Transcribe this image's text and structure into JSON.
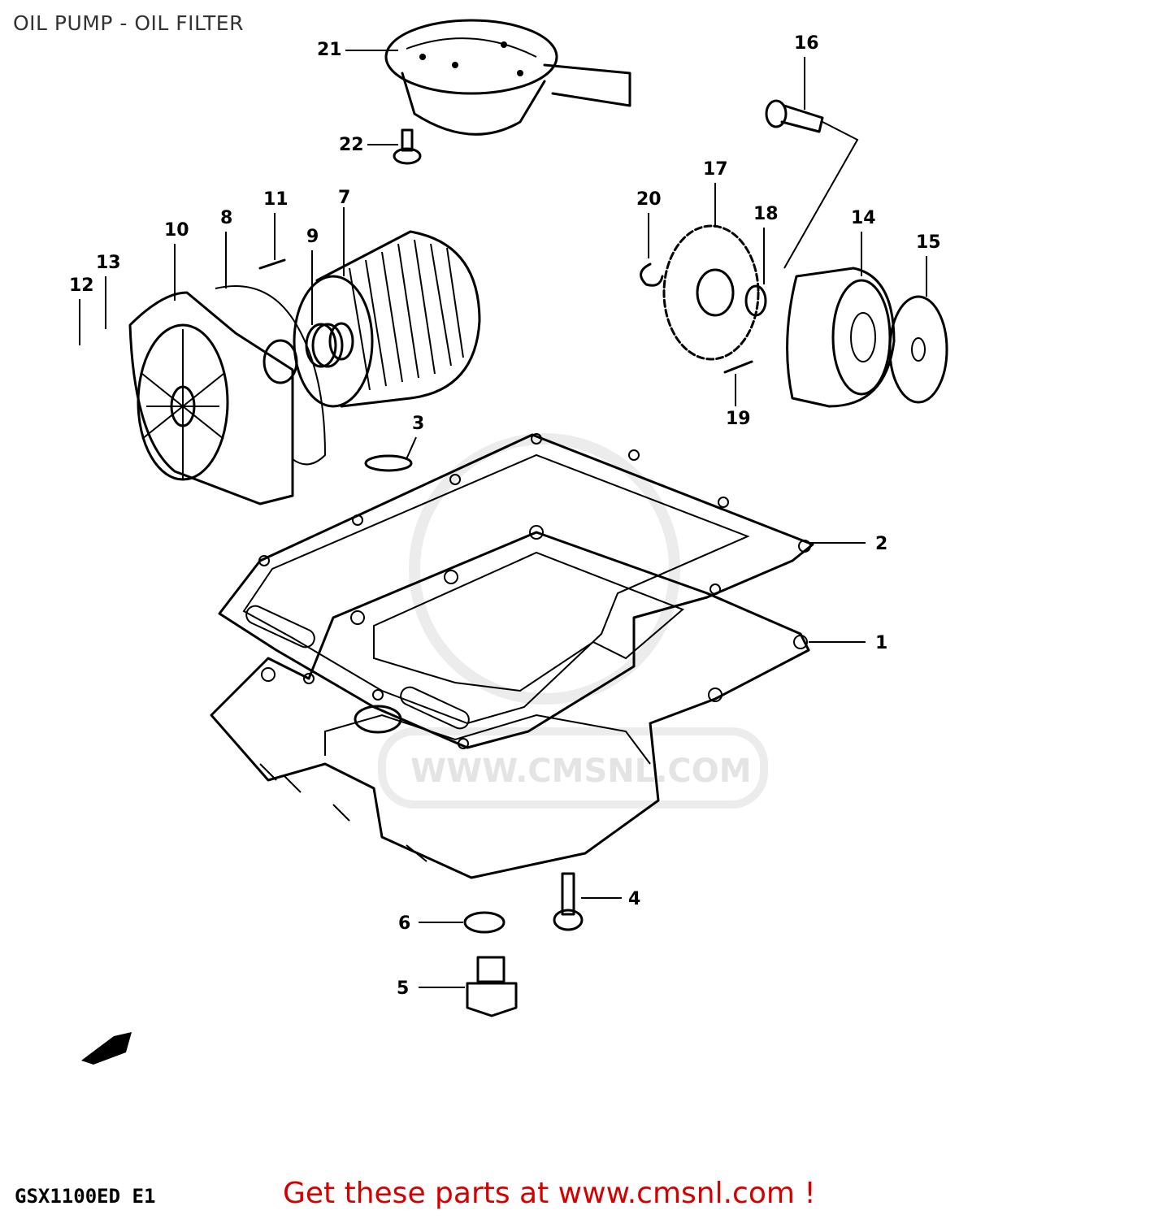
{
  "title": "OIL PUMP - OIL FILTER",
  "model_code": "GSX1100ED E1",
  "promo_text": "Get these parts at www.cmsnl.com !",
  "watermark": "WWW.CMSNL.COM",
  "colors": {
    "promo": "#d40000",
    "line": "#000000",
    "watermark": "#e4e4e4"
  },
  "callouts": {
    "c1": "1",
    "c2": "2",
    "c3": "3",
    "c4": "4",
    "c5": "5",
    "c6": "6",
    "c7": "7",
    "c8": "8",
    "c9": "9",
    "c10": "10",
    "c11": "11",
    "c12": "12",
    "c13": "13",
    "c14": "14",
    "c15": "15",
    "c16": "16",
    "c17": "17",
    "c18": "18",
    "c19": "19",
    "c20": "20",
    "c21": "21",
    "c22": "22"
  }
}
